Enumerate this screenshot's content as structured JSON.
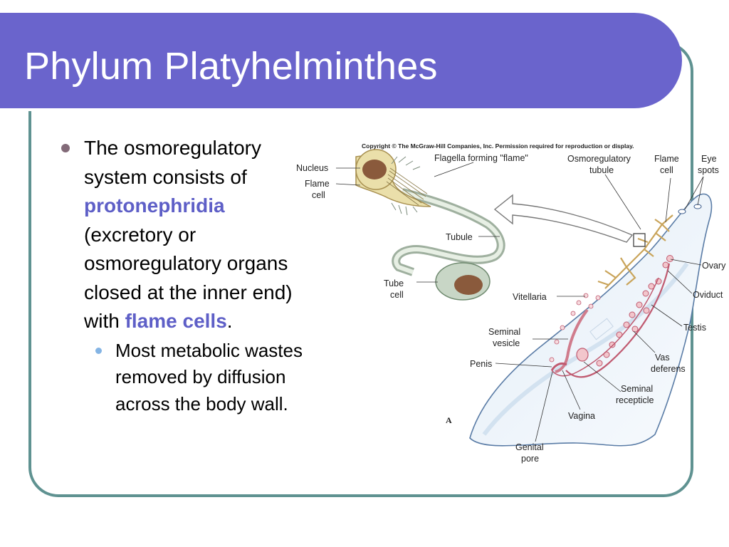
{
  "slide": {
    "title": "Phylum Platyhelminthes",
    "bullet1": {
      "part1": "The osmoregulatory system consists of",
      "term1": "protonephridia",
      "part2": "(excretory or osmoregulatory organs closed at the inner end) with",
      "term2": "flame cells",
      "part3": "."
    },
    "bullet2": "Most metabolic wastes removed by diffusion across the body wall."
  },
  "colors": {
    "title_bar": "#6a64cc",
    "frame_border": "#5f9291",
    "highlight": "#5e5fc7",
    "bullet1": "#826a78",
    "bullet2": "#84b4e4"
  },
  "diagram": {
    "copyright": "Copyright © The McGraw-Hill Companies, Inc. Permission required for reproduction or display.",
    "figure_letter": "A",
    "labels": {
      "nucleus": "Nucleus",
      "flame_cell_left_1": "Flame",
      "flame_cell_left_2": "cell",
      "flagella": "Flagella forming \"flame\"",
      "tubule_label": "Tubule",
      "tube_cell_1": "Tube",
      "tube_cell_2": "cell",
      "osmo_tubule_1": "Osmoregulatory",
      "osmo_tubule_2": "tubule",
      "flame_cell_right_1": "Flame",
      "flame_cell_right_2": "cell",
      "eye_spots_1": "Eye",
      "eye_spots_2": "spots",
      "ovary": "Ovary",
      "oviduct": "Oviduct",
      "testis": "Testis",
      "vas_deferens_1": "Vas",
      "vas_deferens_2": "deferens",
      "vitellaria": "Vitellaria",
      "seminal_vesicle_1": "Seminal",
      "seminal_vesicle_2": "vesicle",
      "penis": "Penis",
      "seminal_recepticle_1": "Seminal",
      "seminal_recepticle_2": "recepticle",
      "vagina": "Vagina",
      "genital_pore_1": "Genital",
      "genital_pore_2": "pore"
    }
  }
}
